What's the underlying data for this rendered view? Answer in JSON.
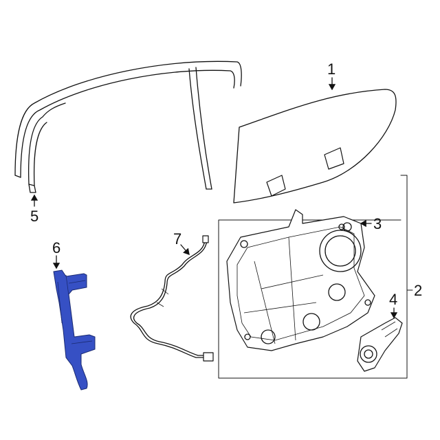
{
  "diagram": {
    "accent_color": "#3650c4",
    "callouts": [
      {
        "id": "1",
        "label": "1"
      },
      {
        "id": "2",
        "label": "2"
      },
      {
        "id": "3",
        "label": "3"
      },
      {
        "id": "4",
        "label": "4"
      },
      {
        "id": "5",
        "label": "5"
      },
      {
        "id": "6",
        "label": "6"
      },
      {
        "id": "7",
        "label": "7"
      }
    ]
  }
}
